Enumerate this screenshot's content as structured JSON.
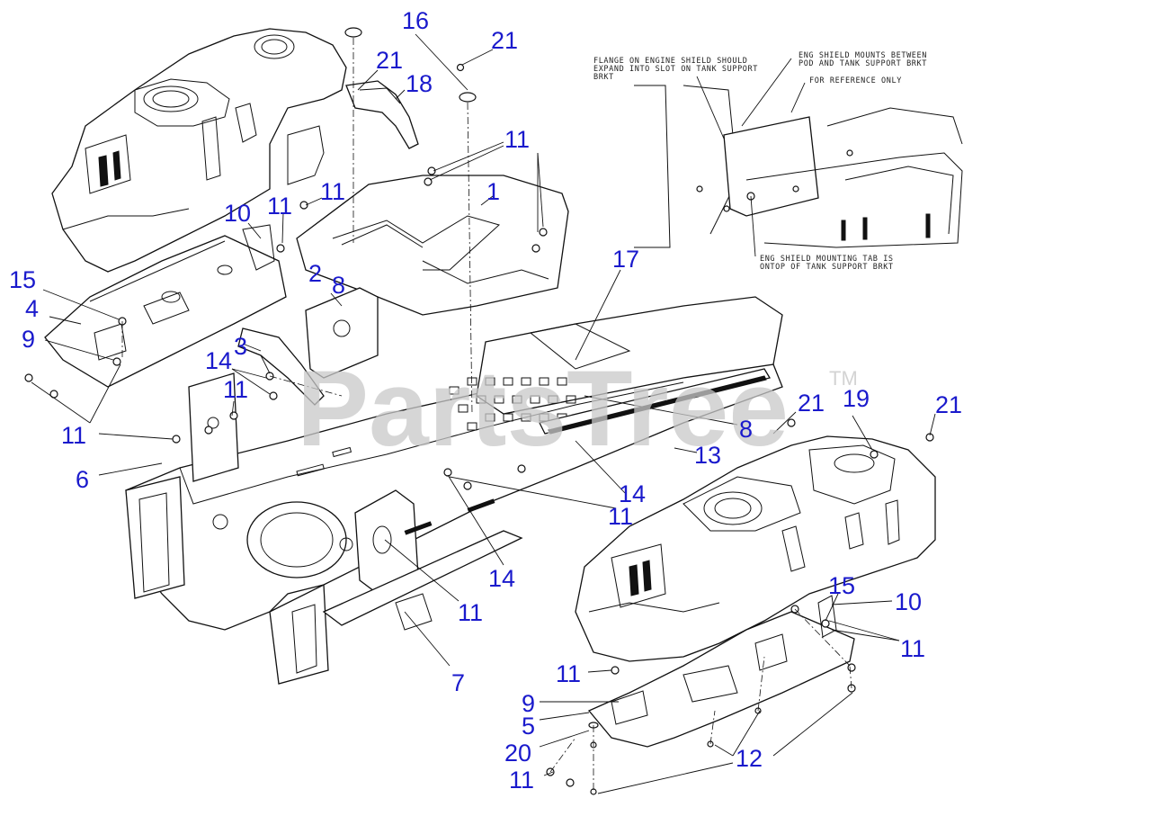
{
  "watermark": {
    "text": "PartsTree",
    "tm": "TM"
  },
  "notes": [
    "FLANGE ON ENGINE SHIELD SHOULD",
    "EXPAND INTO SLOT ON TANK SUPPORT",
    "BRKT",
    "ENG SHIELD MOUNTS BETWEEN",
    "POD AND TANK SUPPORT BRKT",
    "FOR REFERENCE ONLY",
    "ENG SHIELD MOUNTING TAB IS",
    "ONTOP OF TANK SUPPORT BRKT"
  ],
  "callouts": [
    "16",
    "21",
    "21",
    "18",
    "11",
    "1",
    "11",
    "11",
    "10",
    "17",
    "15",
    "2",
    "8",
    "4",
    "9",
    "3",
    "14",
    "11",
    "21",
    "19",
    "21",
    "8",
    "11",
    "13",
    "6",
    "14",
    "11",
    "14",
    "11",
    "7",
    "15",
    "10",
    "11",
    "11",
    "9",
    "5",
    "20",
    "12",
    "11"
  ]
}
